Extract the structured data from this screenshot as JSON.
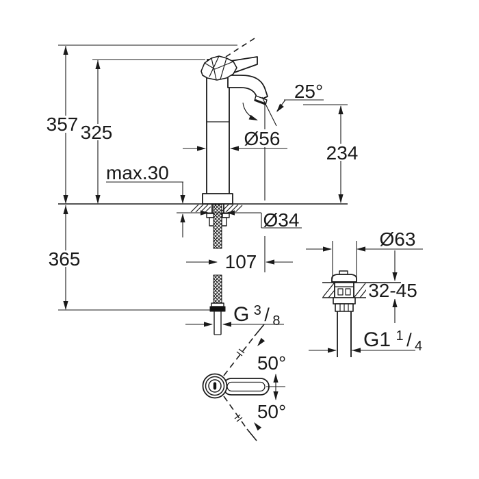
{
  "colors": {
    "background": "#ffffff",
    "line": "#1a1a1a"
  },
  "drawing": {
    "type": "technical-dimension-drawing",
    "views": [
      "faucet-front-view",
      "drain-valve-side-view",
      "handle-top-view"
    ]
  },
  "dimensions": {
    "total_height": "357",
    "spout_top_height": "325",
    "counter_thickness_max": "max.30",
    "below_counter_length": "365",
    "body_diameter": "Ø56",
    "aerator_angle": "25°",
    "outlet_height": "234",
    "mounting_hole_diameter": "Ø34",
    "spout_projection": "107",
    "drain_flange_diameter": "Ø63",
    "basin_deck_range": "32-45",
    "handle_swing_upper": "50°",
    "handle_swing_lower": "50°",
    "supply_thread": {
      "prefix": "G",
      "numerator": "3",
      "slash": "/",
      "denominator": "8"
    },
    "drain_thread": {
      "prefix": "G1",
      "numerator": "1",
      "slash": "/",
      "denominator": "4"
    }
  }
}
